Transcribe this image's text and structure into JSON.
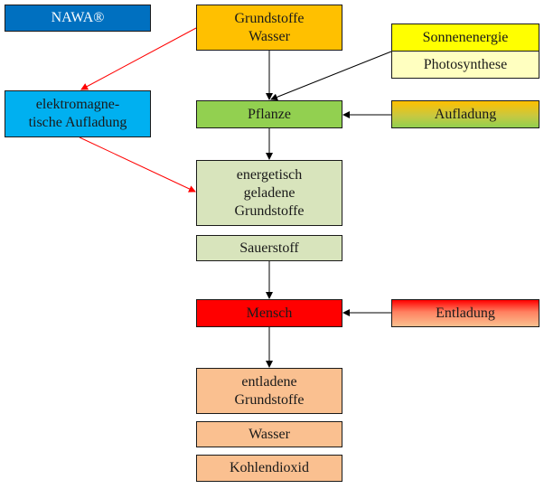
{
  "diagram": {
    "nodes": {
      "nawa": {
        "label": "NAWA®",
        "color": "#0070c0"
      },
      "grundstoffe_wasser": {
        "lines": [
          "Grundstoffe",
          "Wasser"
        ],
        "color": "#ffc000"
      },
      "sonnenenergie": {
        "label": "Sonnenenergie",
        "color": "#ffff00"
      },
      "photosynthese": {
        "label": "Photosynthese",
        "color": "#ffffc0"
      },
      "elektromagnetische_aufladung": {
        "lines": [
          "elektromagne-",
          "tische Aufladung"
        ],
        "color": "#00b0f0"
      },
      "pflanze": {
        "label": "Pflanze",
        "color": "#92d050"
      },
      "aufladung": {
        "label": "Aufladung",
        "color_top": "#ffc000",
        "color_bottom": "#92d050"
      },
      "energetisch_geladene_grundstoffe": {
        "lines": [
          "energetisch",
          "geladene",
          "Grundstoffe"
        ],
        "color": "#d8e4bc"
      },
      "sauerstoff": {
        "label": "Sauerstoff",
        "color": "#d8e4bc"
      },
      "mensch": {
        "label": "Mensch",
        "color": "#ff0000"
      },
      "entladung": {
        "label": "Entladung",
        "color_top": "#ff0000",
        "color_bottom": "#fac090"
      },
      "entladene_grundstoffe": {
        "lines": [
          "entladene",
          "Grundstoffe"
        ],
        "color": "#fac090"
      },
      "wasser": {
        "label": "Wasser",
        "color": "#fac090"
      },
      "kohlendioxid": {
        "label": "Kohlendioxid",
        "color": "#fac090"
      }
    },
    "edges": [
      {
        "from": "grundstoffe_wasser",
        "to": "pflanze",
        "color": "#000000"
      },
      {
        "from": "sonnenenergie",
        "to": "pflanze",
        "color": "#000000"
      },
      {
        "from": "aufladung",
        "to": "pflanze",
        "color": "#000000"
      },
      {
        "from": "pflanze",
        "to": "energetisch_geladene_grundstoffe",
        "color": "#000000"
      },
      {
        "from": "grundstoffe_wasser",
        "to": "elektromagnetische_aufladung",
        "color": "#ff0000"
      },
      {
        "from": "elektromagnetische_aufladung",
        "to": "energetisch_geladene_grundstoffe",
        "color": "#ff0000"
      },
      {
        "from": "sauerstoff",
        "to": "mensch",
        "color": "#000000"
      },
      {
        "from": "entladung",
        "to": "mensch",
        "color": "#000000"
      },
      {
        "from": "mensch",
        "to": "entladene_grundstoffe",
        "color": "#000000"
      }
    ]
  }
}
